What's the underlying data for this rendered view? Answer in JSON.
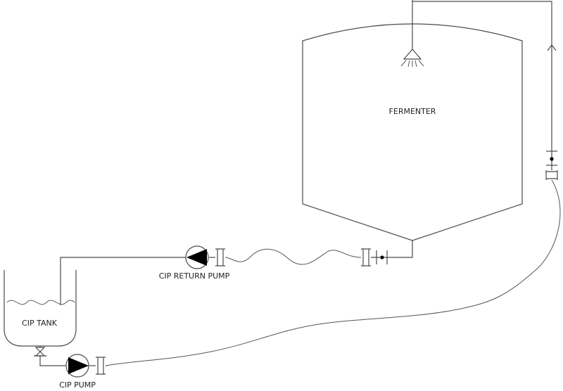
{
  "labels": {
    "fermenter": "FERMENTER",
    "cip_tank": "CIP TANK",
    "cip_return_pump": "CIP RETURN PUMP",
    "cip_pump": "CIP PUMP"
  },
  "colors": {
    "line": "#4a4a4a",
    "pump_fill": "#000000",
    "background": "#ffffff"
  }
}
